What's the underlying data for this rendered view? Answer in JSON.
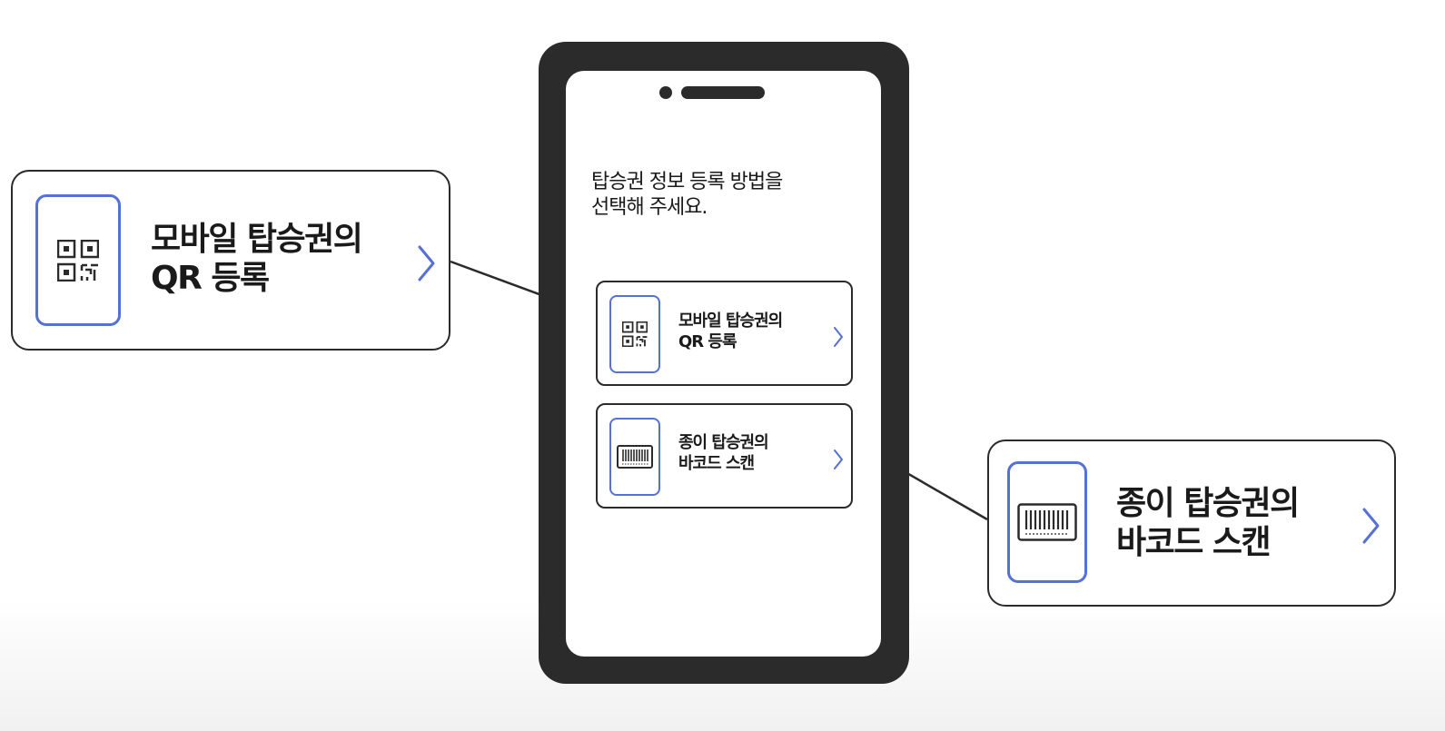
{
  "colors": {
    "accent": "#5570d6",
    "outline": "#2b2b2b",
    "background": "#ffffff"
  },
  "phone": {
    "prompt": "탑승권 정보 등록 방법을\n선택해 주세요.",
    "options": [
      {
        "title": "모바일 탑승권의\nQR 등록",
        "icon": "qr-code-icon",
        "chevron": "chevron-right-icon"
      },
      {
        "title": "종이 탑승권의\n바코드 스캔",
        "icon": "barcode-icon",
        "chevron": "chevron-right-icon"
      }
    ]
  },
  "callouts": {
    "left": {
      "title": "모바일 탑승권의\nQR 등록",
      "icon": "qr-code-icon"
    },
    "right": {
      "title": "종이 탑승권의\n바코드 스캔",
      "icon": "barcode-icon"
    }
  }
}
